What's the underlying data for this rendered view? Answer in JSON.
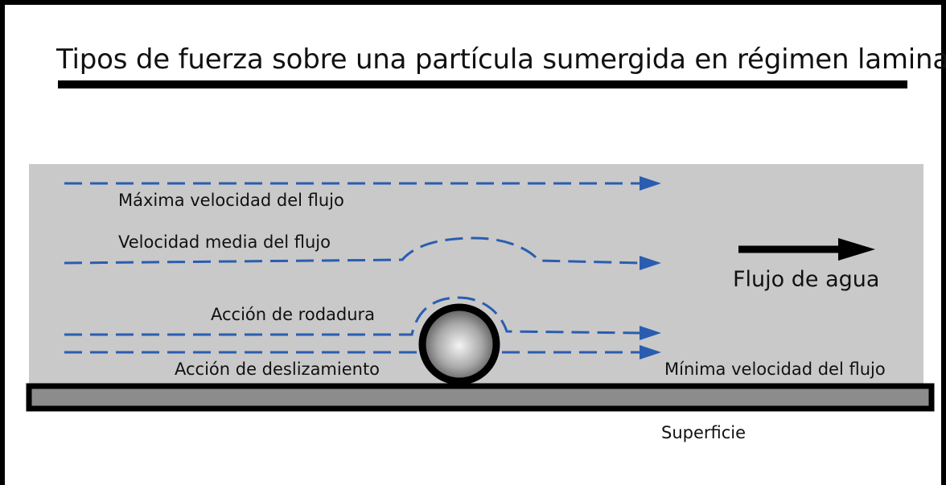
{
  "title": "Tipos de fuerza sobre una partícula sumergida en régimen laminar",
  "labels": {
    "max_velocity": "Máxima velocidad del flujo",
    "mean_velocity": "Velocidad media del flujo",
    "rolling": "Acción de rodadura",
    "sliding": "Acción de deslizamiento",
    "water_flow": "Flujo de agua",
    "min_velocity": "Mínima velocidad del flujo",
    "surface": "Superficie"
  },
  "colors": {
    "streamline": "#2a5db0",
    "water": "#c9c9c9",
    "surface_fill": "#8c8c8c",
    "outline": "#000000"
  },
  "icons": {
    "flow_direction": "right-arrow-icon",
    "particle": "sphere-icon"
  }
}
